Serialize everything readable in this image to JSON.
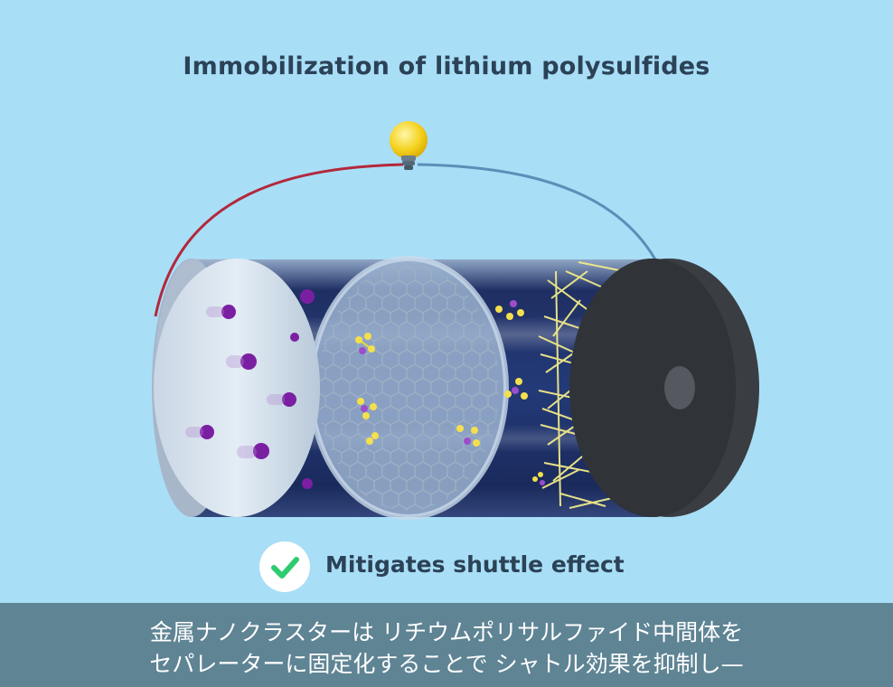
{
  "title": "Immobilization of lithium polysulfides",
  "benefit": {
    "icon": "checkmark-icon",
    "text": "Mitigates shuttle effect"
  },
  "caption": {
    "line1": "金属ナノクラスターは リチウムポリサルファイド中間体を",
    "line2": "セパレーターに固定化することで シャトル効果を抑制し—"
  },
  "colors": {
    "background": "#a9def7",
    "title": "#2b4257",
    "caption_bar": "#5f8494",
    "check": "#2ecc71",
    "lithium_ion": "#7b1fa2",
    "sulfur": "#f4e04d",
    "positive_wire": "#b3283b",
    "negative_wire": "#5a8fb8"
  }
}
